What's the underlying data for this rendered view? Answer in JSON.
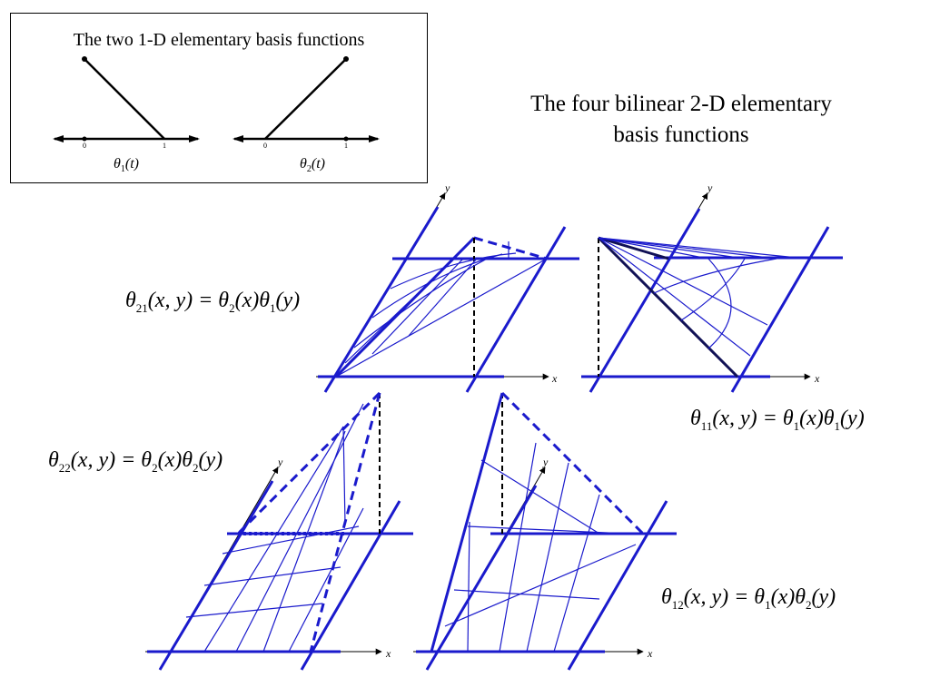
{
  "box": {
    "title": "The two 1-D elementary basis functions",
    "tick0": "0",
    "tick1": "1",
    "label1": {
      "sym": "θ",
      "sub": "1",
      "rest": "(t)"
    },
    "label2": {
      "sym": "θ",
      "sub": "2",
      "rest": "(t)"
    }
  },
  "title": {
    "line1": "The four bilinear 2-D elementary",
    "line2": "basis functions"
  },
  "axes": {
    "x": "x",
    "y": "y"
  },
  "equations": {
    "theta21": {
      "sub_lhs": "21",
      "lhs_args": "(x, y) = θ",
      "sub_a": "2",
      "mid": "(x)θ",
      "sub_b": "1",
      "tail": "(y)"
    },
    "theta11": {
      "sub_lhs": "11",
      "lhs_args": "(x, y) = θ",
      "sub_a": "1",
      "mid": "(x)θ",
      "sub_b": "1",
      "tail": "(y)"
    },
    "theta22": {
      "sub_lhs": "22",
      "lhs_args": "(x, y) = θ",
      "sub_a": "2",
      "mid": "(x)θ",
      "sub_b": "2",
      "tail": "(y)"
    },
    "theta12": {
      "sub_lhs": "12",
      "lhs_args": "(x, y) = θ",
      "sub_a": "1",
      "mid": "(x)θ",
      "sub_b": "2",
      "tail": "(y)"
    }
  },
  "colors": {
    "blue": "#1a1acc",
    "black": "#000000"
  }
}
